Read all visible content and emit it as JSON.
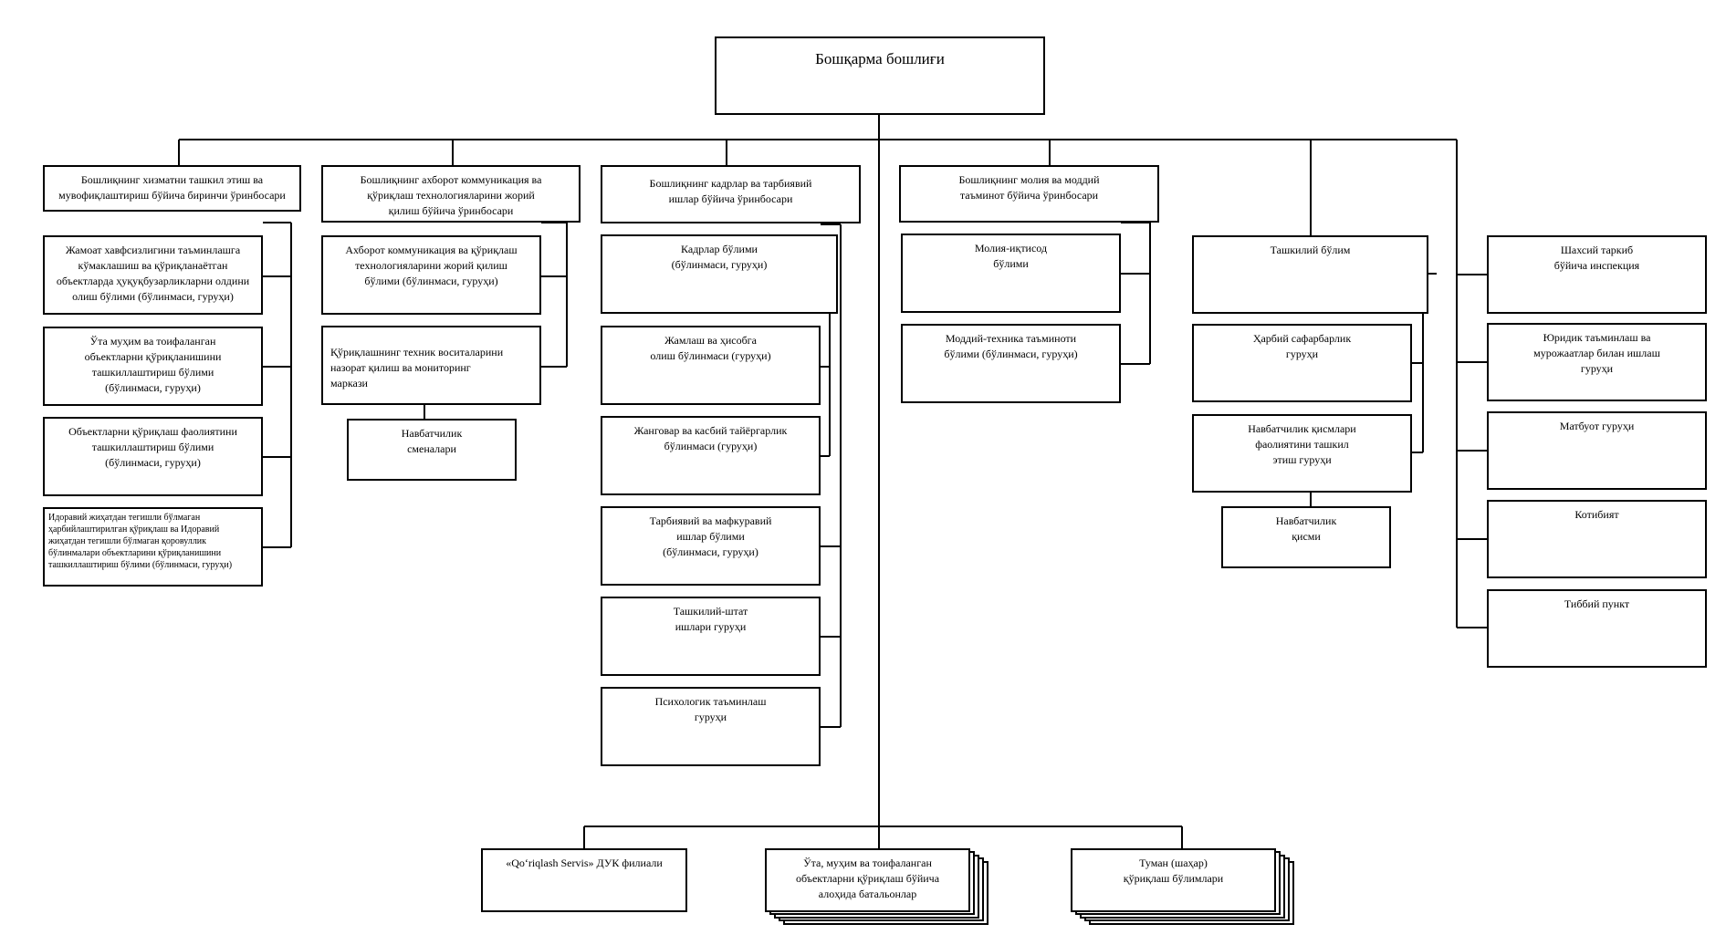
{
  "chart_data": {
    "type": "org-chart",
    "root": "Бошқарма бошлиғи",
    "deputies": [
      {
        "title": "Бошлиқнинг хизматни ташкил этиш ва\nмувофиқлаштириш бўйича биринчи ўринбосари",
        "units": [
          "Жамоат хавфсизлигини таъминлашга\nкўмаклашиш ва қўриқланаётган\nобъектларда ҳуқуқбузарликларни олдини\nолиш бўлими (бўлинмаси, гуруҳи)",
          "Ўта муҳим ва тоифаланган\nобъектларни қўриқланишини\nташкиллаштириш бўлими\n(бўлинмаси, гуруҳи)",
          "Объектларни қўриқлаш фаолиятини\nташкиллаштириш бўлими\n(бўлинмаси, гуруҳи)",
          "Идоравий жиҳатдан тегишли бўлмаган ҳарбийлаштирилган қўриқлаш ва Идоравий жиҳатдан тегишли бўлмаган қоровуллик бўлинмалари объектларини қўриқланишини ташкиллаштириш бўлими (бўлинмаси, гуруҳи)"
        ]
      },
      {
        "title": "Бошлиқнинг ахборот коммуникация ва\nқўриқлаш технологияларини жорий\nқилиш бўйича ўринбосари",
        "units": [
          "Ахборот коммуникация ва қўриқлаш\nтехнологияларини жорий қилиш\nбўлими (бўлинмаси, гуруҳи)",
          "Қўриқлашнинг техник воситаларини\nназорат  қилиш ва мониторинг\nмаркази"
        ],
        "sub_units": [
          "Навбатчилик\nсменалари"
        ]
      },
      {
        "title": "Бошлиқнинг кадрлар ва тарбиявий\nишлар бўйича ўринбосари",
        "units": [
          "Кадрлар бўлими\n(бўлинмаси, гуруҳи)",
          "Жамлаш ва ҳисобга\nолиш бўлинмаси (гуруҳи)",
          "Жанговар ва касбий тайёргарлик\nбўлинмаси (гуруҳи)",
          "Тарбиявий ва мафкуравий\nишлар бўлими\n(бўлинмаси, гуруҳи)",
          "Ташкилий-штат\nишлари гуруҳи",
          "Психологик таъминлаш\nгуруҳи"
        ]
      },
      {
        "title": "Бошлиқнинг молия ва моддий\nтаъминот бўйича ўринбосари",
        "units": [
          "Молия-иқтисод\nбўлими",
          "Моддий-техника таъминоти\nбўлими (бўлинмаси, гуруҳи)"
        ]
      }
    ],
    "organizational_department": {
      "title": "Ташкилий бўлим",
      "units": [
        "Ҳарбий сафарбарлик\nгуруҳи",
        "Навбатчилик қисмлари\nфаолиятини ташкил\nэтиш гуруҳи"
      ],
      "sub_units": [
        "Навбатчилик\nқисми"
      ]
    },
    "direct_units": [
      "Шахсий таркиб\nбўйича инспекция",
      "Юридик таъминлаш ва\nмурожаатлар билан ишлаш\nгуруҳи",
      "Матбуот гуруҳи",
      "Котибият",
      "Тиббий пункт"
    ],
    "subordinate": [
      "«Qo‘riqlash Servis»  ДУК филиали",
      "Ўта, муҳим ва тоифаланган\nобъектларни қўриқлаш бўйича\nалоҳида батальонлар",
      "Туман (шаҳар)\nқўриқлаш бўлимлари"
    ]
  }
}
